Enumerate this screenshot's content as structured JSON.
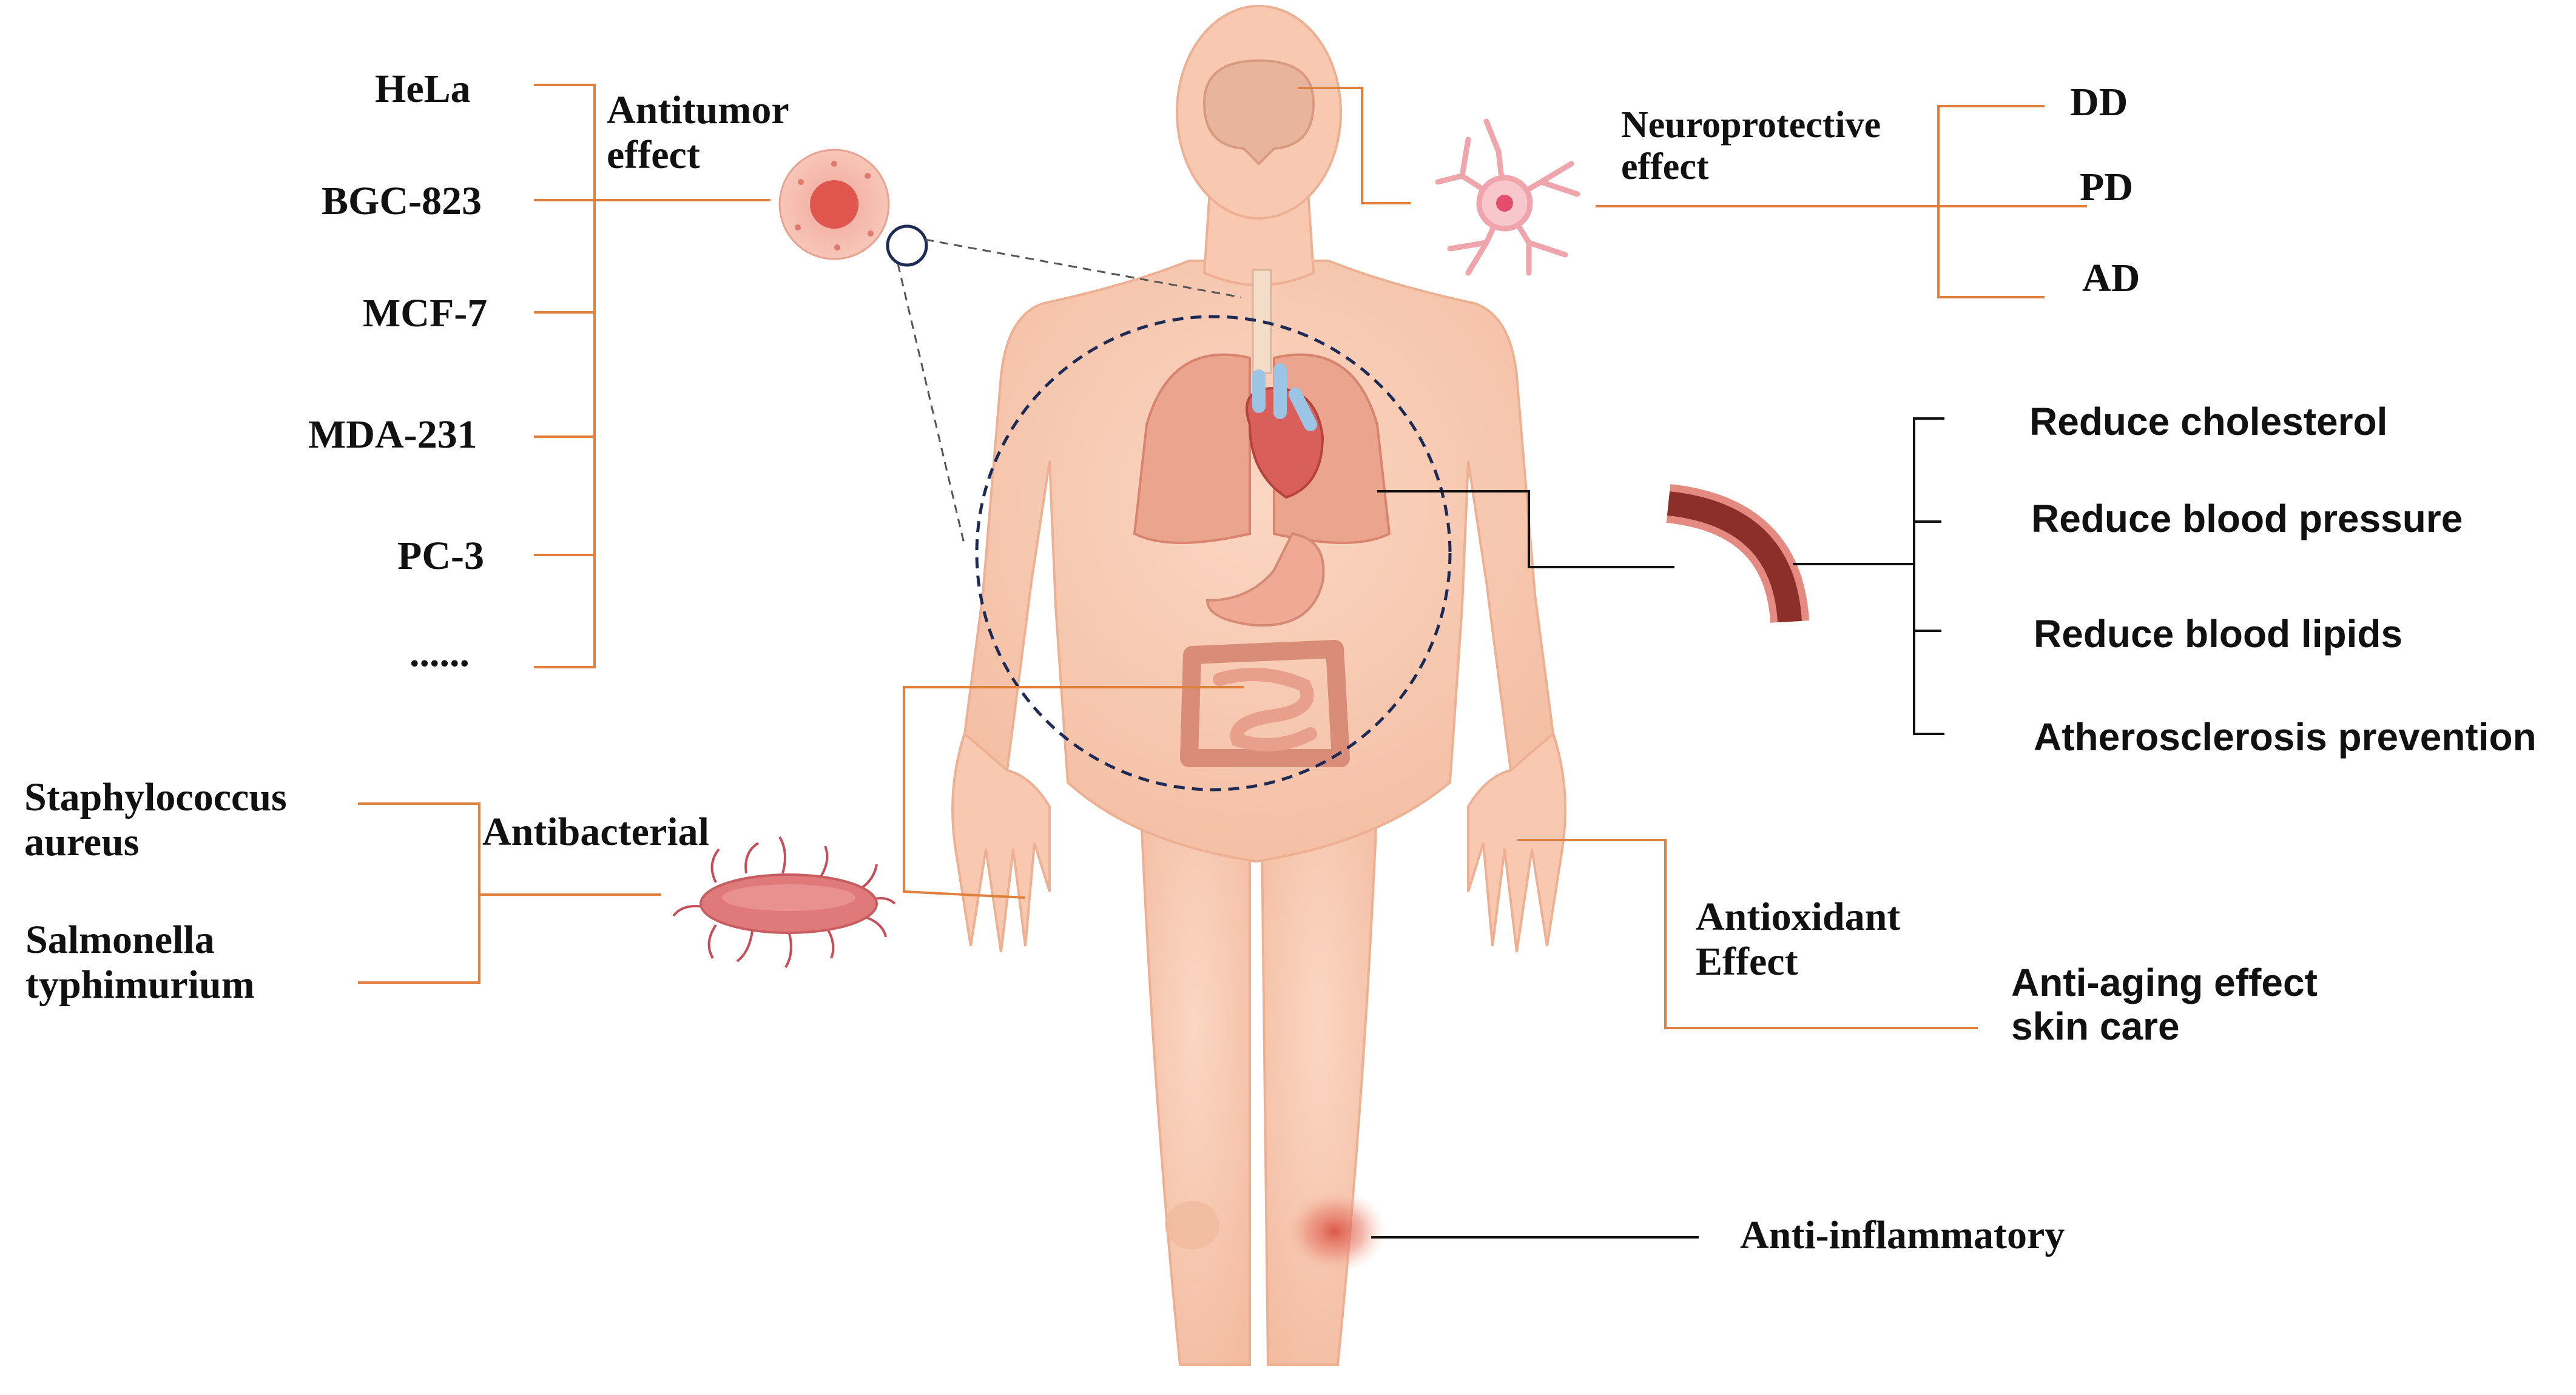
{
  "antitumor": {
    "title_line1": "Antitumor",
    "title_line2": "effect",
    "cell_lines": [
      "HeLa",
      "BGC-823",
      "MCF-7",
      "MDA-231",
      "PC-3",
      "......"
    ]
  },
  "neuroprotective": {
    "title_line1": "Neuroprotective",
    "title_line2": "effect",
    "items": [
      "DD",
      "PD",
      "AD"
    ]
  },
  "cardiovascular": {
    "items": [
      "Reduce cholesterol",
      "Reduce blood pressure",
      "Reduce blood lipids",
      "Atherosclerosis prevention"
    ]
  },
  "antibacterial": {
    "title": "Antibacterial",
    "items": [
      {
        "line1": "Staphylococcus",
        "line2": "aureus"
      },
      {
        "line1": "Salmonella",
        "line2": "typhimurium"
      }
    ]
  },
  "antioxidant": {
    "title_line1": "Antioxidant",
    "title_line2": "Effect",
    "sub_line1": "Anti-aging effect",
    "sub_line2": "skin care"
  },
  "anti_inflammatory": {
    "title": "Anti-inflammatory"
  },
  "colors": {
    "connector_orange": "#e0803c",
    "connector_black": "#111111",
    "skin": "#f8c9b0",
    "skin_outline": "#eeb093",
    "zoom_circle": "#1c2a55",
    "organ_red": "#d9605a",
    "vessel_blue": "#9cc4e4"
  }
}
